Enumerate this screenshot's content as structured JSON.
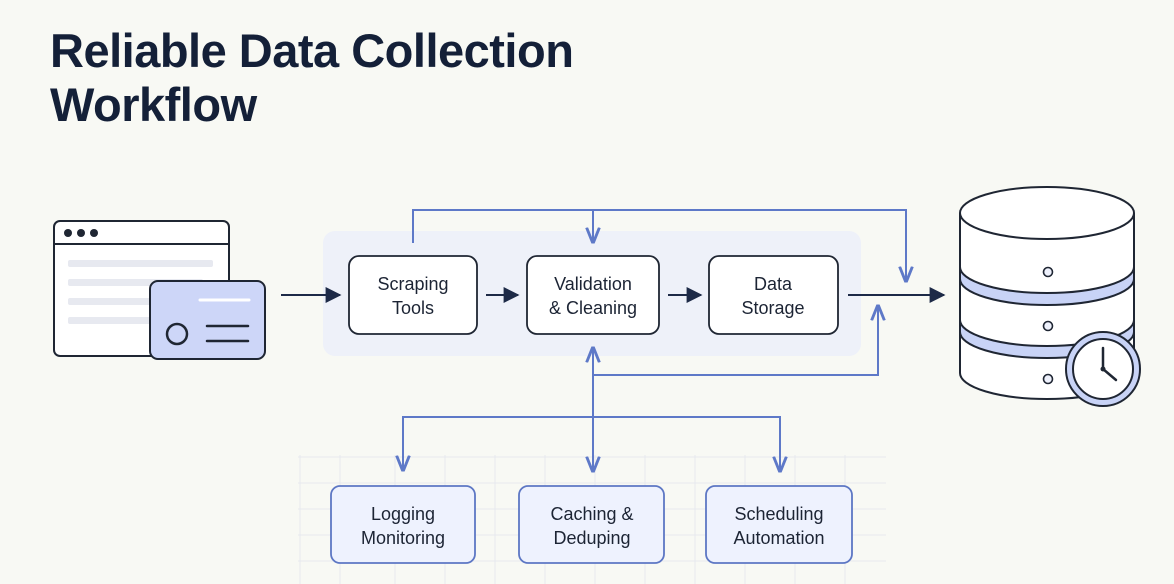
{
  "title": {
    "line1": "Reliable Data Collection",
    "line2": "Workflow"
  },
  "colors": {
    "dark_arrow": "#1d2a47",
    "blue_arrow": "#5e79c8",
    "accent_fill": "#cdd6f8",
    "panel_fill": "#eef1f9",
    "node_border": "#1f2633",
    "support_border": "#5d77c4"
  },
  "icons": {
    "source": "browser-window-icon",
    "destination": "database-clock-icon"
  },
  "pipeline": {
    "nodes": [
      {
        "lines": [
          "Scraping",
          "Tools"
        ]
      },
      {
        "lines": [
          "Validation",
          "& Cleaning"
        ]
      },
      {
        "lines": [
          "Data",
          "Storage"
        ]
      }
    ]
  },
  "support": {
    "nodes": [
      {
        "lines": [
          "Logging",
          "Monitoring"
        ]
      },
      {
        "lines": [
          "Caching &",
          "Deduping"
        ]
      },
      {
        "lines": [
          "Scheduling",
          "Automation"
        ]
      }
    ]
  }
}
